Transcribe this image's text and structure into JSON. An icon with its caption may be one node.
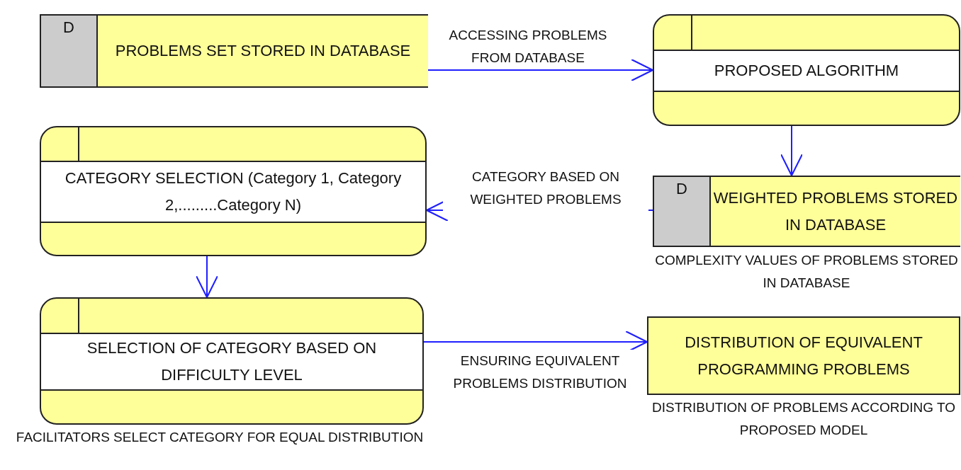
{
  "diagram": {
    "nodes": [
      {
        "text": [
          "D",
          "PROBLEMS SET STORED IN DATABASE"
        ]
      },
      {
        "text": [
          "PROPOSED ALGORITHM"
        ]
      },
      {
        "text": [
          "D",
          "WEIGHTED PROBLEMS STORED IN DATABASE"
        ],
        "beside": [
          "COMPLEXITY VALUES OF PROBLEMS STORED IN DATABASE"
        ]
      },
      {
        "text": [
          "CATEGORY SELECTION (Category 1, Category 2,.........Category N)"
        ]
      },
      {
        "text": [
          "SELECTION OF CATEGORY BASED ON DIFFICULTY LEVEL"
        ],
        "beside": [
          "FACILITATORS SELECT CATEGORY FOR EQUAL DISTRIBUTION"
        ]
      },
      {
        "text": [
          "DISTRIBUTION OF EQUIVALENT PROGRAMMING PROBLEMS"
        ],
        "beside": [
          "DISTRIBUTION OF PROBLEMS ACCORDING TO PROPOSED MODEL"
        ]
      }
    ],
    "edges": [
      {
        "from": 0,
        "to": 1,
        "arrow": "to",
        "label": "ACCESSING PROBLEMS FROM DATABASE"
      },
      {
        "from": 1,
        "to": 2,
        "arrow": "to"
      },
      {
        "from": 2,
        "to": 3,
        "arrow": "to",
        "label": "CATEGORY BASED ON WEIGHTED PROBLEMS"
      },
      {
        "from": 3,
        "to": 4,
        "arrow": "to"
      },
      {
        "from": 4,
        "to": 5,
        "arrow": "to",
        "label": "ENSURING EQUIVALENT PROBLEMS DISTRIBUTION"
      }
    ]
  }
}
